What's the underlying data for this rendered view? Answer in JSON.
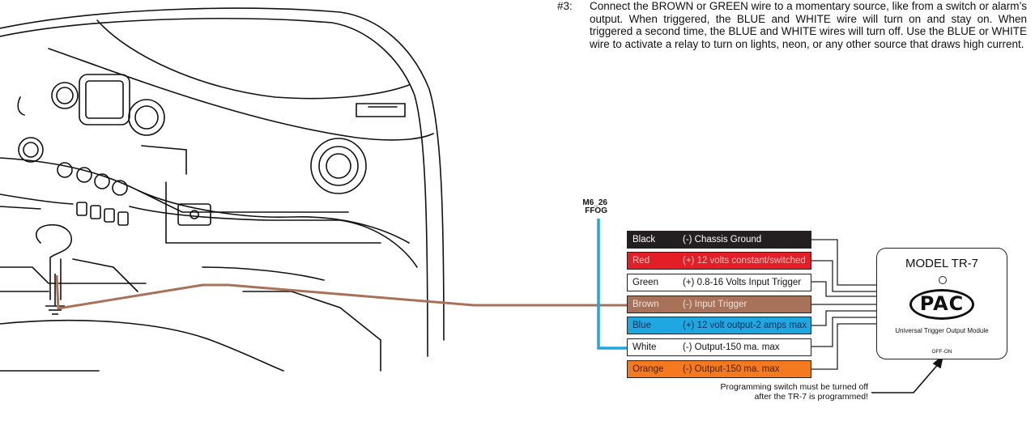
{
  "instruction": {
    "step_number": "#3:",
    "text": "Connect the BROWN or GREEN wire to a momentary source, like from a switch or alarm’s output. When triggered, the BLUE and WHITE wire will turn on and stay on. When triggered a second time, the BLUE and WHITE wires will turn off. Use the BLUE or WHITE wire to activate a relay to turn on lights, neon, or any other source that draws high current."
  },
  "connector": {
    "line1": "M6_26",
    "line2": "FFOG"
  },
  "wires": [
    {
      "color_name": "Black",
      "function": "(-) Chassis Ground",
      "bg": "#231f20",
      "fg": "#ffffff"
    },
    {
      "color_name": "Red",
      "function": "(+) 12 volts constant/switched",
      "bg": "#e41e26",
      "fg": "#f3c7c0"
    },
    {
      "color_name": "Green",
      "function": "(+) 0.8-16 Volts Input Trigger",
      "bg": "#ffffff",
      "fg": "#111111"
    },
    {
      "color_name": "Brown",
      "function": "(-) Input Trigger",
      "bg": "#a8725a",
      "fg": "#f1e1d6"
    },
    {
      "color_name": "Blue",
      "function": "(+) 12 volt output-2 amps max",
      "bg": "#1ea7e1",
      "fg": "#0f2f55"
    },
    {
      "color_name": "White",
      "function": "(-) Output-150 ma. max",
      "bg": "#ffffff",
      "fg": "#111111"
    },
    {
      "color_name": "Orange",
      "function": "(-) Output-150 ma. max",
      "bg": "#f47a20",
      "fg": "#4a1e00"
    }
  ],
  "module": {
    "model": "MODEL TR-7",
    "logo": "PAC",
    "subtitle": "Universal Trigger Output Module",
    "switch_label": "OFF-ON"
  },
  "note": {
    "line1": "Programming switch must be turned off",
    "line2": "after the TR-7 is programmed!"
  },
  "colors": {
    "brown_wire": "#a8725a",
    "blue_wire": "#1ea7e1",
    "line": "#222222"
  }
}
